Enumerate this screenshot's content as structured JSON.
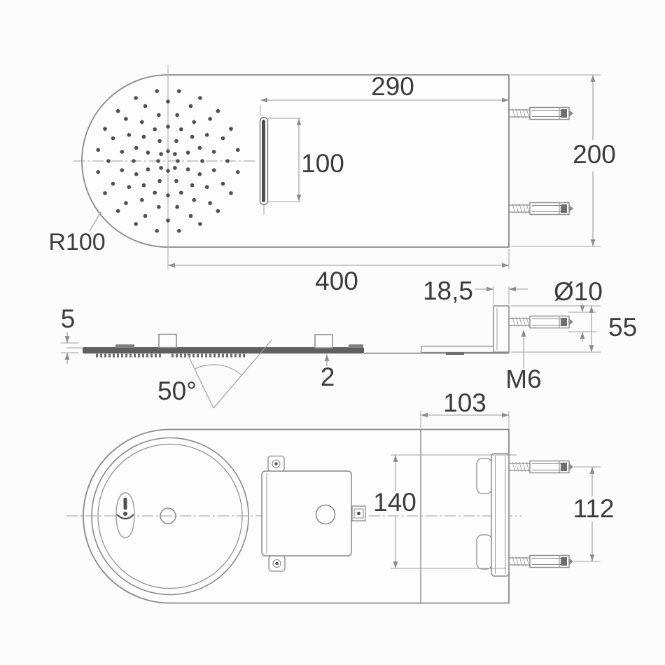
{
  "drawing": {
    "type": "technical-drawing",
    "subject": "wall-mounted shower head with waterfall slot, three orthographic views",
    "colors": {
      "background": "#fcfcfc",
      "outline": "#8a8a8a",
      "dimension_lines": "#9a9a9a",
      "text": "#3c3c3c",
      "dark_fill": "#5f5f5f"
    },
    "views": {
      "top": {
        "name": "top view (spray face)",
        "labels": {
          "slot_offset": "290",
          "slot_length": "100",
          "body_width": "200",
          "body_length": "400",
          "end_radius": "R100"
        }
      },
      "side": {
        "name": "side profile view",
        "labels": {
          "plate_thickness": "5",
          "spray_angle": "50°",
          "boss_height": "2",
          "flange_width": "18,5",
          "stud_diameter": "Ø10",
          "flange_height": "55",
          "thread_size": "M6"
        }
      },
      "bottom": {
        "name": "bottom view (mounting side)",
        "labels": {
          "plate_width": "103",
          "plate_height": "140",
          "stud_spacing": "112"
        }
      }
    }
  }
}
